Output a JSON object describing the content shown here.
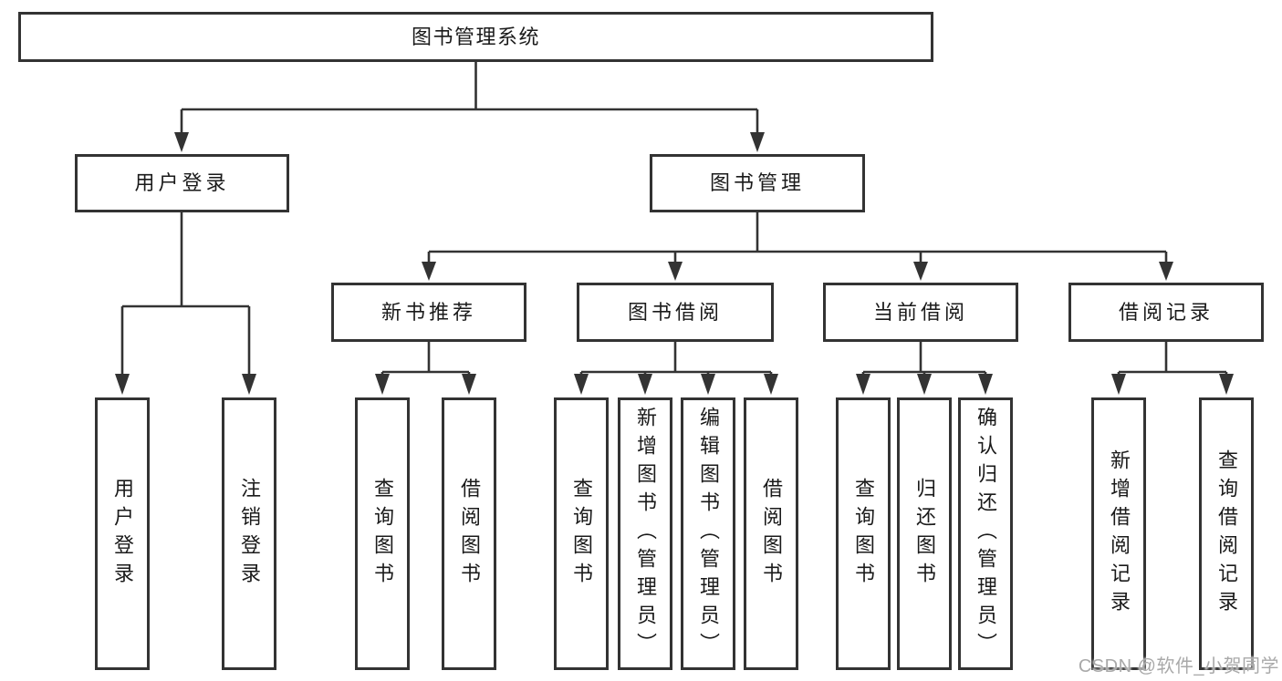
{
  "tree": {
    "label": "图书管理系统",
    "children": [
      {
        "label": "用户登录",
        "children": [
          {
            "label": "用户登录"
          },
          {
            "label": "注销登录"
          }
        ]
      },
      {
        "label": "图书管理",
        "children": [
          {
            "label": "新书推荐",
            "children": [
              {
                "label": "查询图书"
              },
              {
                "label": "借阅图书"
              }
            ]
          },
          {
            "label": "图书借阅",
            "children": [
              {
                "label": "查询图书"
              },
              {
                "label": "新增图书（管理员）"
              },
              {
                "label": "编辑图书（管理员）"
              },
              {
                "label": "借阅图书"
              }
            ]
          },
          {
            "label": "当前借阅",
            "children": [
              {
                "label": "查询图书"
              },
              {
                "label": "归还图书"
              },
              {
                "label": "确认归还（管理员）"
              }
            ]
          },
          {
            "label": "借阅记录",
            "children": [
              {
                "label": "新增借阅记录"
              },
              {
                "label": "查询借阅记录"
              }
            ]
          }
        ]
      }
    ]
  },
  "watermark": {
    "text": "CSDN @软件_小贺同学"
  },
  "colors": {
    "line": "#333333",
    "text": "#1a1a1a",
    "background": "#ffffff",
    "watermark": "#a9a9a9"
  }
}
